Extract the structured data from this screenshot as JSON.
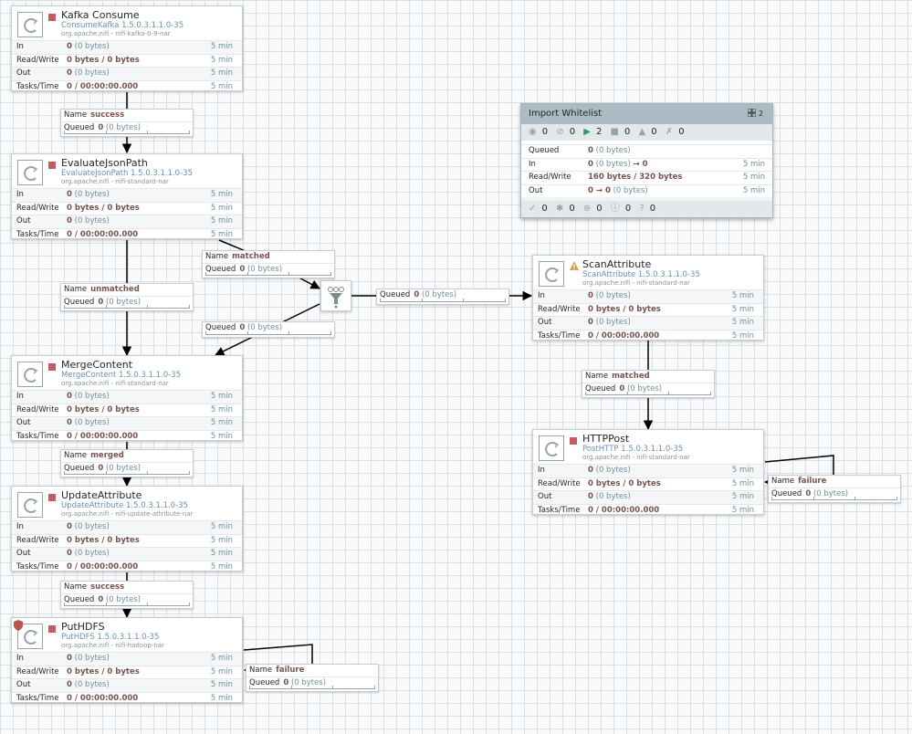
{
  "colors": {
    "stopped": "#c85a63",
    "link": "#000000",
    "muted": "#728e9b",
    "value": "#775351",
    "running": "#2e9b62"
  },
  "processors": {
    "kafka": {
      "name": "Kafka Consume",
      "type": "ConsumeKafka 1.5.0.3.1.1.0-35",
      "bundle": "org.apache.nifi - nifi-kafka-0-9-nar",
      "in": {
        "label": "In",
        "value": "0",
        "paren": "(0 bytes)",
        "time": "5 min"
      },
      "rw": {
        "label": "Read/Write",
        "value": "0 bytes / 0 bytes",
        "time": "5 min"
      },
      "out": {
        "label": "Out",
        "value": "0",
        "paren": "(0 bytes)",
        "time": "5 min"
      },
      "tasks": {
        "label": "Tasks/Time",
        "value": "0 / 00:00:00.000",
        "time": "5 min"
      }
    },
    "evaljson": {
      "name": "EvaluateJsonPath",
      "type": "EvaluateJsonPath 1.5.0.3.1.1.0-35",
      "bundle": "org.apache.nifi - nifi-standard-nar",
      "in": {
        "label": "In",
        "value": "0",
        "paren": "(0 bytes)",
        "time": "5 min"
      },
      "rw": {
        "label": "Read/Write",
        "value": "0 bytes / 0 bytes",
        "time": "5 min"
      },
      "out": {
        "label": "Out",
        "value": "0",
        "paren": "(0 bytes)",
        "time": "5 min"
      },
      "tasks": {
        "label": "Tasks/Time",
        "value": "0 / 00:00:00.000",
        "time": "5 min"
      }
    },
    "merge": {
      "name": "MergeContent",
      "type": "MergeContent 1.5.0.3.1.1.0-35",
      "bundle": "org.apache.nifi - nifi-standard-nar",
      "in": {
        "label": "In",
        "value": "0",
        "paren": "(0 bytes)",
        "time": "5 min"
      },
      "rw": {
        "label": "Read/Write",
        "value": "0 bytes / 0 bytes",
        "time": "5 min"
      },
      "out": {
        "label": "Out",
        "value": "0",
        "paren": "(0 bytes)",
        "time": "5 min"
      },
      "tasks": {
        "label": "Tasks/Time",
        "value": "0 / 00:00:00.000",
        "time": "5 min"
      }
    },
    "update": {
      "name": "UpdateAttribute",
      "type": "UpdateAttribute 1.5.0.3.1.1.0-35",
      "bundle": "org.apache.nifi - nifi-update-attribute-nar",
      "in": {
        "label": "In",
        "value": "0",
        "paren": "(0 bytes)",
        "time": "5 min"
      },
      "rw": {
        "label": "Read/Write",
        "value": "0 bytes / 0 bytes",
        "time": "5 min"
      },
      "out": {
        "label": "Out",
        "value": "0",
        "paren": "(0 bytes)",
        "time": "5 min"
      },
      "tasks": {
        "label": "Tasks/Time",
        "value": "0 / 00:00:00.000",
        "time": "5 min"
      }
    },
    "puthdfs": {
      "name": "PutHDFS",
      "type": "PutHDFS 1.5.0.3.1.1.0-35",
      "bundle": "org.apache.nifi - nifi-hadoop-nar",
      "in": {
        "label": "In",
        "value": "0",
        "paren": "(0 bytes)",
        "time": "5 min"
      },
      "rw": {
        "label": "Read/Write",
        "value": "0 bytes / 0 bytes",
        "time": "5 min"
      },
      "out": {
        "label": "Out",
        "value": "0",
        "paren": "(0 bytes)",
        "time": "5 min"
      },
      "tasks": {
        "label": "Tasks/Time",
        "value": "0 / 00:00:00.000",
        "time": "5 min"
      }
    },
    "scan": {
      "name": "ScanAttribute",
      "type": "ScanAttribute 1.5.0.3.1.1.0-35",
      "bundle": "org.apache.nifi - nifi-standard-nar",
      "in": {
        "label": "In",
        "value": "0",
        "paren": "(0 bytes)",
        "time": "5 min"
      },
      "rw": {
        "label": "Read/Write",
        "value": "0 bytes / 0 bytes",
        "time": "5 min"
      },
      "out": {
        "label": "Out",
        "value": "0",
        "paren": "(0 bytes)",
        "time": "5 min"
      },
      "tasks": {
        "label": "Tasks/Time",
        "value": "0 / 00:00:00.000",
        "time": "5 min"
      }
    },
    "httppost": {
      "name": "HTTPPost",
      "type": "PostHTTP 1.5.0.3.1.1.0-35",
      "bundle": "org.apache.nifi - nifi-standard-nar",
      "in": {
        "label": "In",
        "value": "0",
        "paren": "(0 bytes)",
        "time": "5 min"
      },
      "rw": {
        "label": "Read/Write",
        "value": "0 bytes / 0 bytes",
        "time": "5 min"
      },
      "out": {
        "label": "Out",
        "value": "0",
        "paren": "(0 bytes)",
        "time": "5 min"
      },
      "tasks": {
        "label": "Tasks/Time",
        "value": "0 / 00:00:00.000",
        "time": "5 min"
      }
    }
  },
  "connections": {
    "c1": {
      "name_label": "Name",
      "name": "success",
      "queued_label": "Queued",
      "queued": "0",
      "queued_paren": "(0 bytes)"
    },
    "c2": {
      "name_label": "Name",
      "name": "matched",
      "queued_label": "Queued",
      "queued": "0",
      "queued_paren": "(0 bytes)"
    },
    "c3": {
      "name_label": "Name",
      "name": "unmatched",
      "queued_label": "Queued",
      "queued": "0",
      "queued_paren": "(0 bytes)"
    },
    "c4": {
      "queued_label": "Queued",
      "queued": "0",
      "queued_paren": "(0 bytes)"
    },
    "c5": {
      "queued_label": "Queued",
      "queued": "0",
      "queued_paren": "(0 bytes)"
    },
    "c6": {
      "name_label": "Name",
      "name": "merged",
      "queued_label": "Queued",
      "queued": "0",
      "queued_paren": "(0 bytes)"
    },
    "c7": {
      "name_label": "Name",
      "name": "success",
      "queued_label": "Queued",
      "queued": "0",
      "queued_paren": "(0 bytes)"
    },
    "c8": {
      "name_label": "Name",
      "name": "failure",
      "queued_label": "Queued",
      "queued": "0",
      "queued_paren": "(0 bytes)"
    },
    "c9": {
      "name_label": "Name",
      "name": "matched",
      "queued_label": "Queued",
      "queued": "0",
      "queued_paren": "(0 bytes)"
    },
    "c10": {
      "name_label": "Name",
      "name": "failure",
      "queued_label": "Queued",
      "queued": "0",
      "queued_paren": "(0 bytes)"
    }
  },
  "process_group": {
    "name": "Import Whitelist",
    "group_count": "2",
    "status": {
      "transmitting": "0",
      "not_transmitting": "0",
      "running": "2",
      "stopped": "0",
      "invalid": "0",
      "disabled": "0"
    },
    "queued": {
      "label": "Queued",
      "value": "0",
      "paren": "(0 bytes)"
    },
    "in": {
      "label": "In",
      "value": "0",
      "paren": "(0 bytes)",
      "arrow": "→ 0",
      "time": "5 min"
    },
    "rw": {
      "label": "Read/Write",
      "value": "160 bytes / 320 bytes",
      "time": "5 min"
    },
    "out": {
      "label": "Out",
      "value": "0 → 0",
      "paren": "(0 bytes)",
      "time": "5 min"
    },
    "versions": {
      "up_to_date": "0",
      "modified": "0",
      "stale": "0",
      "locally_modified_stale": "0",
      "sync_failure": "0"
    }
  }
}
